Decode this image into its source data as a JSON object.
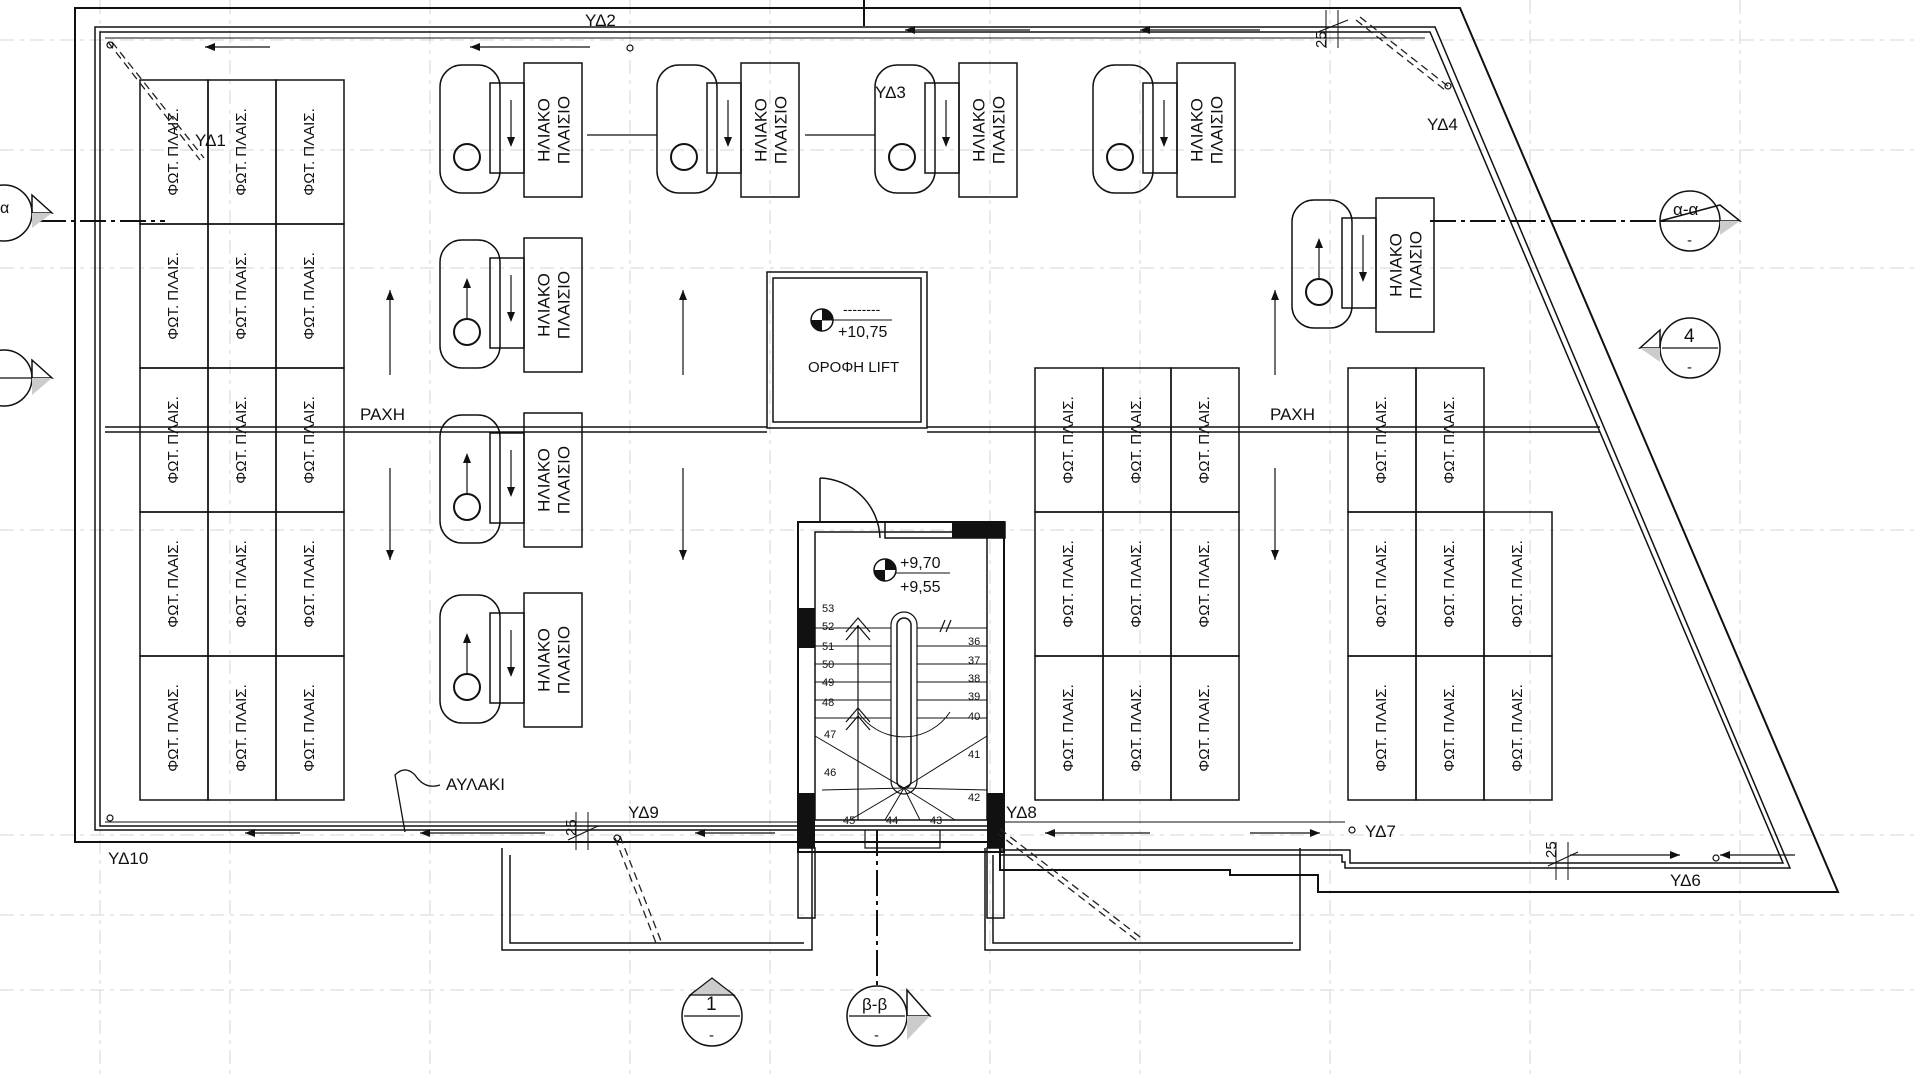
{
  "labels": {
    "drains": {
      "yd1": "ΥΔ1",
      "yd2": "ΥΔ2",
      "yd3": "ΥΔ3",
      "yd4": "ΥΔ4",
      "yd6": "ΥΔ6",
      "yd7": "ΥΔ7",
      "yd8": "ΥΔ8",
      "yd9": "ΥΔ9",
      "yd10": "ΥΔ10"
    },
    "ridge": "ΡΑΧΗ",
    "gutter": "ΑΥΛΑΚΙ",
    "pv_panel": "ΦΩΤ. ΠΛΑΙΣ.",
    "solar_line1": "ΗΛΙΑΚΟ",
    "solar_line2": "ΠΛΑΙΣΙΟ",
    "lift_roof": "ΟΡΟΦΗ LIFT",
    "lift_level_top": "--------",
    "lift_level_bottom": "+10,75",
    "stair_level_top": "+9,70",
    "stair_level_bottom": "+9,55",
    "dim_25": "25",
    "section_aa_top": "α-α",
    "section_aa_bottom": "-",
    "section_4_top": "4",
    "section_4_bottom": "-",
    "section_1_top": "1",
    "section_1_bottom": "-",
    "section_bb_top": "β-β",
    "section_bb_bottom": "-",
    "section_left_top": "α",
    "stair_steps": [
      "36",
      "37",
      "38",
      "39",
      "40",
      "41",
      "42",
      "43",
      "44",
      "45",
      "46",
      "47",
      "48",
      "49",
      "50",
      "51",
      "52",
      "53"
    ]
  },
  "colors": {
    "line": "#111111",
    "grid": "#d4d4d4",
    "fill_dark": "#111111",
    "background": "#ffffff"
  }
}
